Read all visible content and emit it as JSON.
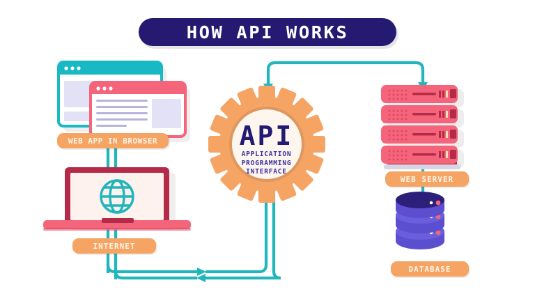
{
  "page": {
    "title": "HOW API WORKS",
    "background": "#ffffff"
  },
  "theme": {
    "navy": "#241A72",
    "teal": "#21B5BC",
    "orange": "#F5A463",
    "pink": "#F4647A",
    "crimson": "#E0465F",
    "maroon": "#B42B4A",
    "purple": "#5B4FCF",
    "cream": "#FDF6EE",
    "lavender": "#DEDCF2"
  },
  "gear": {
    "acronym": "API",
    "expansion_lines": [
      "APPLICATION",
      "PROGRAMMING",
      "INTERFACE"
    ],
    "color": "#F5A463",
    "inner_color": "#FDF6EE"
  },
  "nodes": [
    {
      "id": "web-app-browser",
      "label": "WEB APP IN BROWSER",
      "icon": "browser-windows-icon",
      "position": "top-left"
    },
    {
      "id": "internet",
      "label": "INTERNET",
      "icon": "laptop-globe-icon",
      "position": "mid-left"
    },
    {
      "id": "web-server",
      "label": "WEB SERVER",
      "icon": "server-rack-icon",
      "position": "top-right"
    },
    {
      "id": "database",
      "label": "DATABASE",
      "icon": "database-cylinders-icon",
      "position": "bottom-right"
    }
  ],
  "connectors": [
    {
      "id": "gear-to-server-top",
      "from": "api-gear",
      "to": "web-server",
      "direction": "both",
      "color": "#21B5BC"
    },
    {
      "id": "server-to-database",
      "from": "web-server",
      "to": "database",
      "direction": "down",
      "color": "#21B5BC"
    },
    {
      "id": "browser-to-internet-up",
      "from": "internet",
      "to": "web-app-browser",
      "direction": "up",
      "color": "#21B5BC"
    },
    {
      "id": "browser-to-internet-down",
      "from": "web-app-browser",
      "to": "internet",
      "direction": "down",
      "color": "#21B5BC"
    },
    {
      "id": "internet-to-gear-request",
      "from": "internet",
      "to": "api-gear",
      "direction": "right",
      "color": "#21B5BC"
    },
    {
      "id": "gear-to-internet-response",
      "from": "api-gear",
      "to": "internet",
      "direction": "left",
      "color": "#21B5BC"
    }
  ]
}
